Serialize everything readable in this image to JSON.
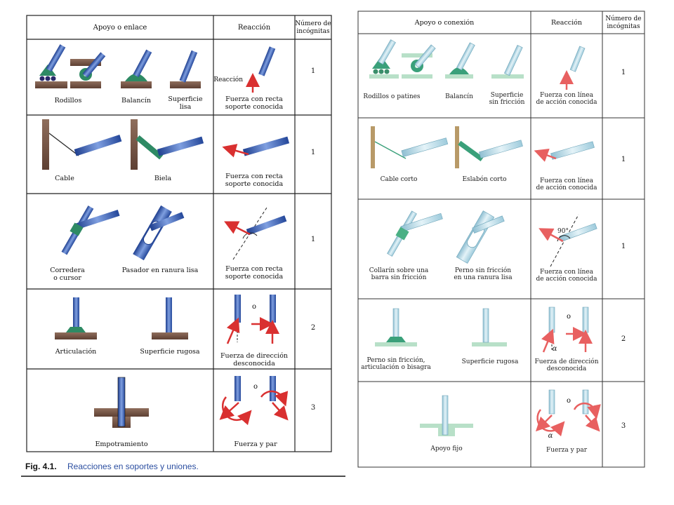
{
  "left": {
    "headers": {
      "support": "Apoyo o enlace",
      "reaction": "Reacción",
      "unknowns": "Número de incógnitas"
    },
    "rows": [
      {
        "labels": [
          "Rodillos",
          "Balancín",
          "Superficie",
          "lisa"
        ],
        "reaction_label": [
          "Reacción",
          "Fuerza con recta",
          "soporte conocida"
        ],
        "unknowns": "1"
      },
      {
        "labels": [
          "Cable",
          "Biela"
        ],
        "reaction_label": [
          "Fuerza con recta",
          "soporte conocida"
        ],
        "unknowns": "1"
      },
      {
        "labels": [
          "Corredera",
          "o cursor",
          "Pasador en ranura lisa"
        ],
        "reaction_label": [
          "Fuerza con recta",
          "soporte conocida"
        ],
        "unknowns": "1"
      },
      {
        "labels": [
          "Articulación",
          "Superficie rugosa"
        ],
        "reaction_label": [
          "Fuerza de dirección",
          "desconocida"
        ],
        "symbol": "o",
        "unknowns": "2"
      },
      {
        "labels": [
          "Empotramiento"
        ],
        "reaction_label": [
          "Fuerza y par"
        ],
        "symbol": "o",
        "unknowns": "3"
      }
    ],
    "caption": {
      "number": "Fig. 4.1.",
      "text": "Reacciones en soportes y uniones."
    }
  },
  "right": {
    "headers": {
      "support": "Apoyo o conexión",
      "reaction": "Reacción",
      "unknowns": [
        "Número de",
        "incógnitas"
      ]
    },
    "rows": [
      {
        "labels": [
          "Rodillos o patines",
          "Balancín",
          "Superficie",
          "sin fricción"
        ],
        "reaction_label": [
          "Fuerza con línea",
          "de acción conocida"
        ],
        "unknowns": "1"
      },
      {
        "labels": [
          "Cable corto",
          "Eslabón corto"
        ],
        "reaction_label": [
          "Fuerza con línea",
          "de acción conocida"
        ],
        "unknowns": "1"
      },
      {
        "labels": [
          "Collarín sobre una",
          "barra sin fricción",
          "Perno sin fricción",
          "en una ranura lisa"
        ],
        "reaction_label": [
          "Fuerza con línea",
          "de acción conocida"
        ],
        "angle": "90°",
        "unknowns": "1"
      },
      {
        "labels": [
          "Perno sin fricción,",
          "articulación o bisagra",
          "Superficie rugosa"
        ],
        "reaction_label": [
          "Fuerza de dirección",
          "desconocida"
        ],
        "symbol": "o",
        "alpha": "α",
        "unknowns": "2"
      },
      {
        "labels": [
          "Apoyo fijo"
        ],
        "reaction_label": [
          "Fuerza y par"
        ],
        "symbol": "o",
        "alpha": "α",
        "unknowns": "3"
      }
    ]
  },
  "colors": {
    "bar_blue": "#3d62b8",
    "bar_light": "#b9dde8",
    "ground": "#7a5a4a",
    "support_green": "#2e8a64",
    "arrow_red": "#e04848",
    "arrow_pink": "#e86a6a",
    "caption_blue": "#2b4ea0"
  }
}
